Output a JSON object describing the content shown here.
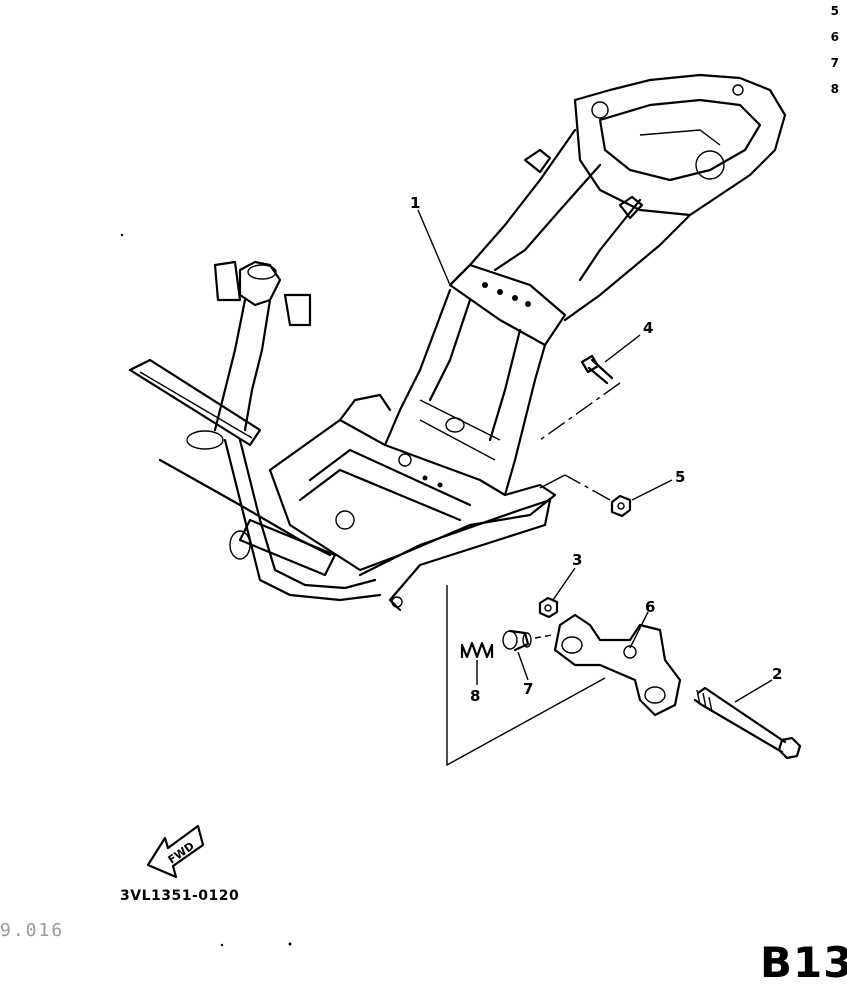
{
  "side_index": [
    "5",
    "6",
    "7",
    "8"
  ],
  "callouts": [
    "1",
    "2",
    "3",
    "4",
    "5",
    "6",
    "7",
    "8"
  ],
  "fwd_label": "FWD",
  "part_code": "3VL1351-0120",
  "scan_stamp": "9.016",
  "page_ref": "B13"
}
